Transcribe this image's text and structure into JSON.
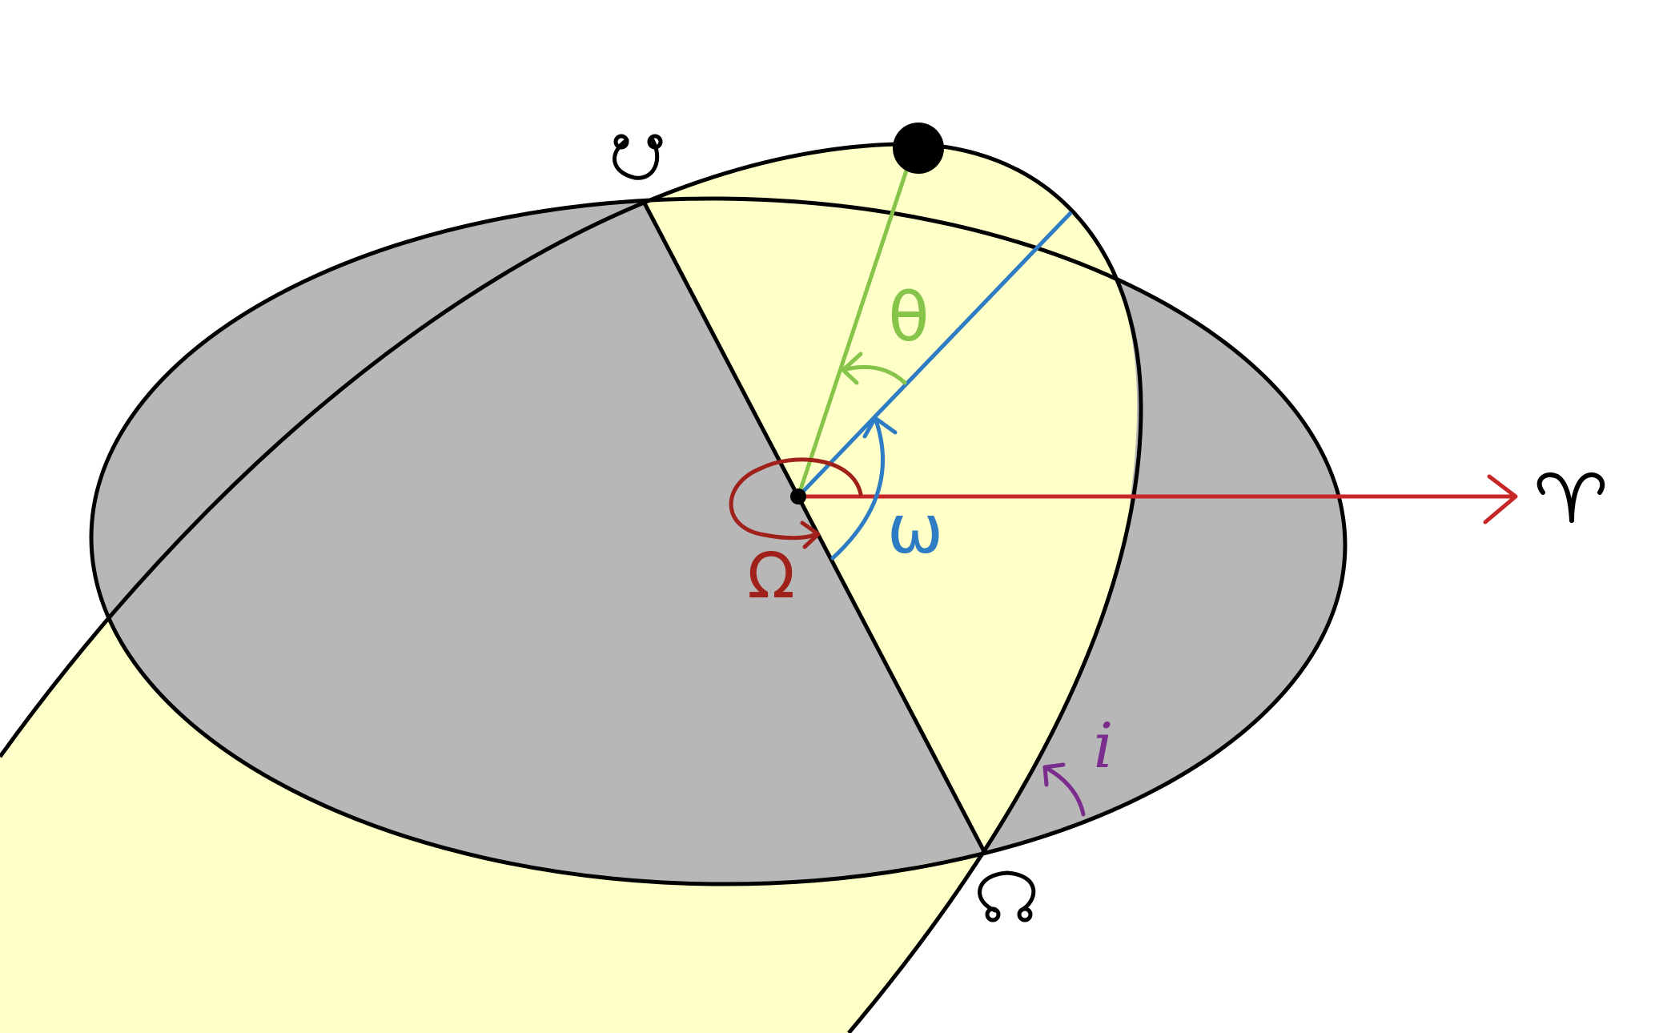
{
  "title": "",
  "colors": {
    "background": "#ffffff",
    "reference_plane": "#b7b7b7",
    "orbital_plane": "#ffffc8",
    "outline": "#000000",
    "vernal_equinox_axis": "#c62828",
    "longitude_ascending_node": "#a0201a",
    "argument_of_periapsis": "#2e7cc4",
    "true_anomaly": "#86c44a",
    "inclination": "#7b2d8e",
    "body": "#000000"
  },
  "icons": {
    "ascending_node": "ascending-node-symbol",
    "descending_node": "descending-node-symbol",
    "vernal_equinox": "aries-symbol",
    "orbiting_body": "filled-circle",
    "central_body": "filled-dot"
  },
  "labels": {
    "true_anomaly": "θ",
    "argument_of_periapsis": "ω",
    "longitude_of_ascending_node": "Ω",
    "inclination": "i"
  }
}
